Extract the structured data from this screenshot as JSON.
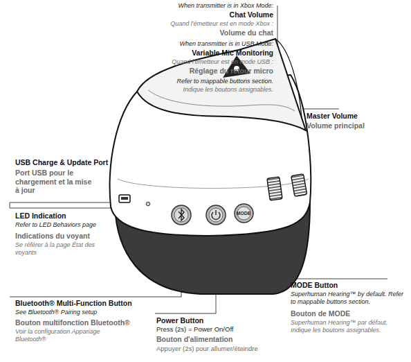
{
  "diagram": {
    "nodes": [
      {
        "text": [
          "MODE"
        ]
      }
    ],
    "labels": [
      "When transmitter is in Xbox Mode:",
      "Chat Volume",
      "Quand l'émetteur est en mode Xbox :",
      "Volume du chat",
      "When transmitter is in USB Mode:",
      "Variable Mic Monitoring",
      "Quand l'émetteur est en mode USB :",
      "Réglage du retour micro",
      "Refer to mappable buttons section.",
      "Indique les boutons assignables.",
      "Master Volume",
      "Volume principal",
      "USB Charge & Update Port",
      "Port USB pour le chargement et la mise à jour",
      "LED Indication",
      "Refer to LED Behaviors page",
      "Indications du voyant",
      "Se référer à la page État des voyants",
      "Bluetooth® Multi-Function Button",
      "See Bluetooth® Pairing setup",
      "Bouton multifonction Bluetooth®",
      "Voir la configuration Appariage Bluetooth®",
      "Power Button",
      "Press (2s) = Power On/Off",
      "Bouton d'alimentation",
      "Appuyer (2s) pour allumer/éteindre",
      "MODE Button",
      "Superhuman Hearing™ by default. Refer to mappable buttons section.",
      "Bouton de MODE",
      "Superhuman Hearing™ par défaut. Indique les boutons assignables."
    ]
  }
}
